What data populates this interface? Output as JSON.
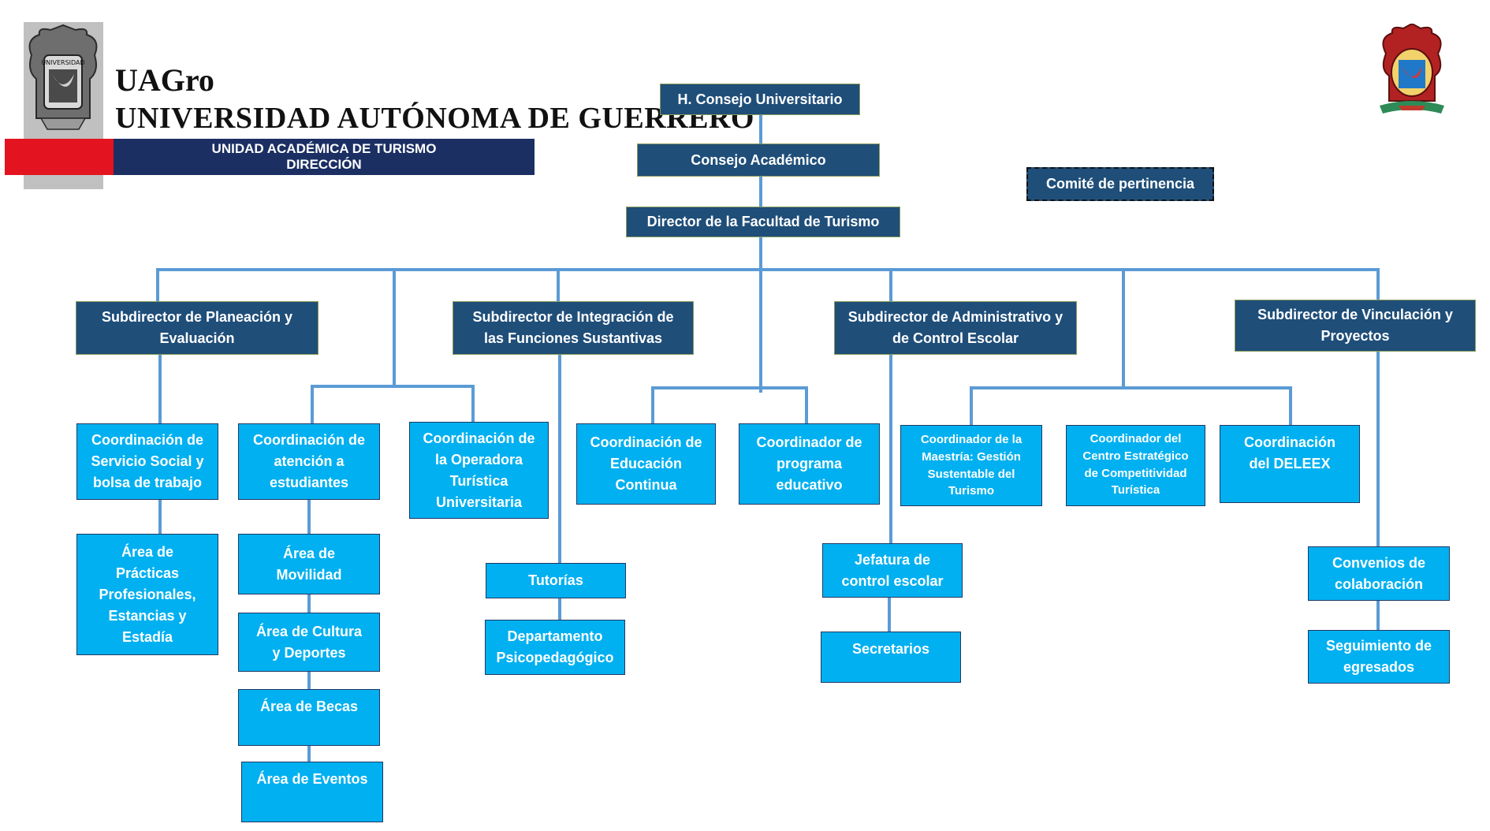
{
  "header": {
    "abbr": "UAGro",
    "university": "UNIVERSIDAD AUTÓNOMA DE GUERRERO",
    "unit_line1": "UNIDAD ACADÉMICA DE TURISMO",
    "unit_line2": "DIRECCIÓN",
    "seal_text": "UNIVERSIDAD"
  },
  "top": {
    "consejo_universitario": "H. Consejo Universitario",
    "consejo_academico": "Consejo Académico",
    "director": "Director de la Facultad de Turismo",
    "comite": "Comité de pertinencia"
  },
  "subdirectors": {
    "planeacion": "Subdirector de Planeación y Evaluación",
    "integracion": "Subdirector de Integración de las Funciones Sustantivas",
    "administrativo": "Subdirector de Administrativo y de Control Escolar",
    "vinculacion": "Subdirector de Vinculación y Proyectos"
  },
  "coordinations": {
    "servicio_social": "Coordinación de Servicio Social y bolsa de trabajo",
    "atencion": "Coordinación de atención a estudiantes",
    "operadora": "Coordinación de la Operadora Turística Universitaria",
    "educacion_continua": "Coordinación de Educación Continua",
    "programa_educativo": "Coordinador de programa educativo",
    "maestria": "Coordinador de la Maestría: Gestión Sustentable del Turismo",
    "centro": "Coordinador del Centro Estratégico de Competitividad Turística",
    "deleex": "Coordinación del DELEEX"
  },
  "areas": {
    "practicas": "Área de Prácticas Profesionales, Estancias y Estadía",
    "movilidad": "Área de Movilidad",
    "cultura": "Área de Cultura y Deportes",
    "becas": "Área de Becas",
    "eventos": "Área de Eventos",
    "tutorias": "Tutorías",
    "psicopedagogico": "Departamento Psicopedagógico",
    "jefatura": "Jefatura de control escolar",
    "secretarios": "Secretarios",
    "convenios": "Convenios de colaboración",
    "egresados": "Seguimiento de egresados"
  },
  "colors": {
    "light_box": "#00b0f0",
    "dark_box": "#1f4e79",
    "connector": "#5b9bd5",
    "red_bar": "#e3141f",
    "navy_bar": "#1b2f63"
  }
}
